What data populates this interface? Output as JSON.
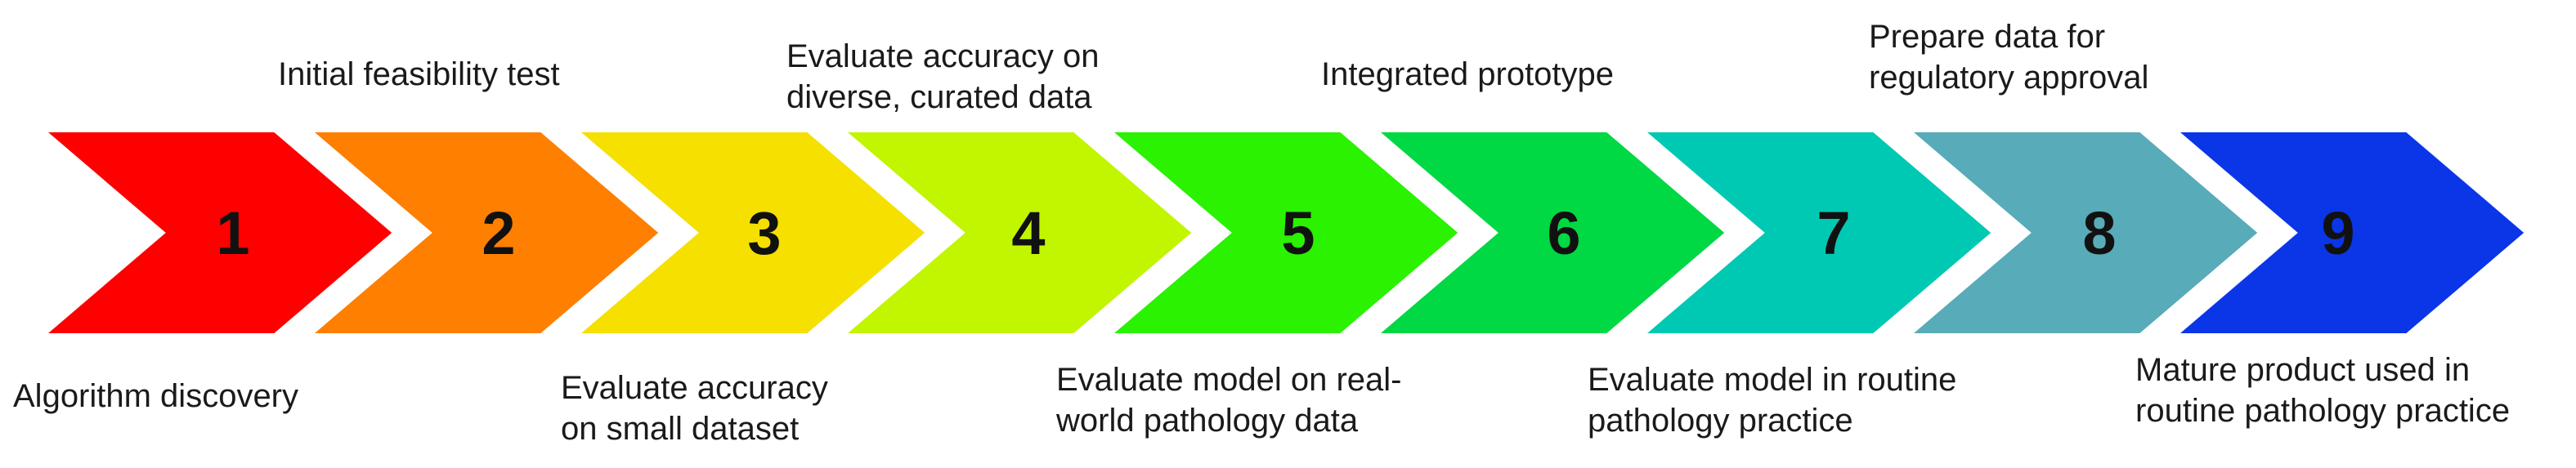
{
  "stages": [
    {
      "number": "1",
      "color": "#fe0000",
      "caption": [
        "Algorithm discovery"
      ]
    },
    {
      "number": "2",
      "color": "#ff7f00",
      "caption": [
        "Initial feasibility test"
      ]
    },
    {
      "number": "3",
      "color": "#f5e000",
      "caption": [
        "Evaluate accuracy",
        "on small dataset"
      ]
    },
    {
      "number": "4",
      "color": "#c2f500",
      "caption": [
        "Evaluate accuracy on",
        "diverse, curated data"
      ]
    },
    {
      "number": "5",
      "color": "#2af200",
      "caption": [
        "Evaluate model on real-",
        "world pathology data"
      ]
    },
    {
      "number": "6",
      "color": "#00d844",
      "caption": [
        "Integrated prototype"
      ]
    },
    {
      "number": "7",
      "color": "#00c9b3",
      "caption": [
        "Evaluate model in routine",
        "pathology practice"
      ]
    },
    {
      "number": "8",
      "color": "#58abb8",
      "caption": [
        "Prepare data for",
        "regulatory approval"
      ]
    },
    {
      "number": "9",
      "color": "#0a36e8",
      "caption": [
        "Mature product used in",
        "routine pathology practice"
      ]
    }
  ]
}
